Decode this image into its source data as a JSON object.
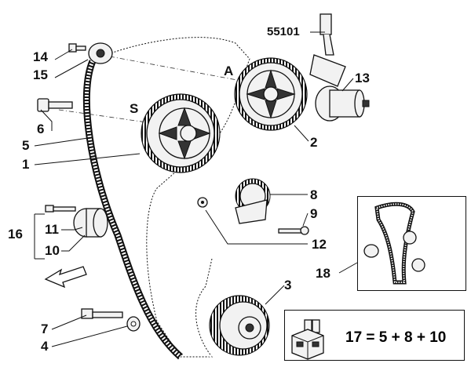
{
  "callouts": {
    "p14": "14",
    "p15": "15",
    "p6": "6",
    "p5": "5",
    "p1": "1",
    "p16": "16",
    "p11": "11",
    "p10": "10",
    "p7": "7",
    "p4": "4",
    "p55101": "55101",
    "p13": "13",
    "p2": "2",
    "p8": "8",
    "p9": "9",
    "p12": "12",
    "p18": "18",
    "p3": "3"
  },
  "pulley_markers": {
    "a": "A",
    "s": "S"
  },
  "kit_formula": "17 = 5 + 8 + 10",
  "colors": {
    "line": "#111111",
    "part_fill": "#f2f2f2",
    "background": "#ffffff"
  }
}
